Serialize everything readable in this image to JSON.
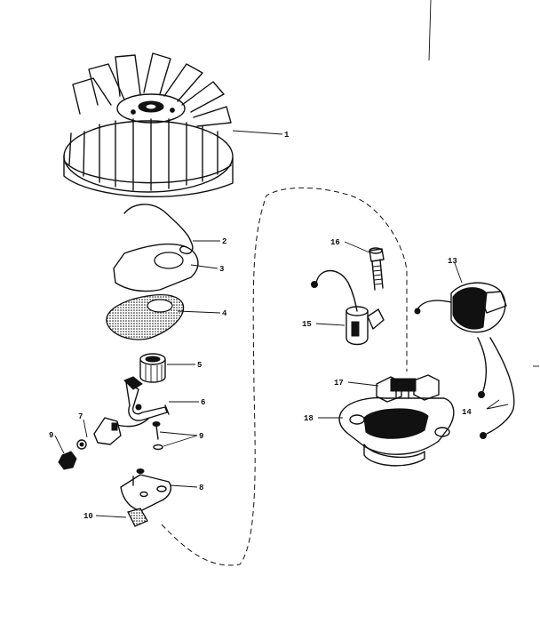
{
  "parts": [
    {
      "id": "flywheel",
      "label": "1",
      "icon": "flywheel-icon"
    },
    {
      "id": "spring-clip",
      "label": "2",
      "icon": "spring-clip-icon"
    },
    {
      "id": "dust-cover",
      "label": "3",
      "icon": "dust-cover-icon"
    },
    {
      "id": "gasket",
      "label": "4",
      "icon": "gasket-icon"
    },
    {
      "id": "cam",
      "label": "5",
      "icon": "cam-icon"
    },
    {
      "id": "breaker-arm",
      "label": "6",
      "icon": "breaker-arm-icon"
    },
    {
      "id": "terminal-clip",
      "label": "7",
      "icon": "terminal-clip-icon"
    },
    {
      "id": "breaker-plate",
      "label": "8",
      "icon": "breaker-plate-icon"
    },
    {
      "id": "screw-washer",
      "label": "9",
      "icon": "screw-washer-icon"
    },
    {
      "id": "nut",
      "label": "9",
      "icon": "nut-icon"
    },
    {
      "id": "felt-pad",
      "label": "10",
      "icon": "felt-pad-icon"
    },
    {
      "id": "coil",
      "label": "13",
      "icon": "ignition-coil-icon"
    },
    {
      "id": "lead-wires",
      "label": "14",
      "icon": "lead-wire-icon"
    },
    {
      "id": "condenser",
      "label": "15",
      "icon": "condenser-icon"
    },
    {
      "id": "bolt",
      "label": "16",
      "icon": "bolt-icon"
    },
    {
      "id": "armature",
      "label": "17",
      "icon": "armature-icon"
    },
    {
      "id": "stator-plate",
      "label": "18",
      "icon": "stator-plate-icon"
    }
  ]
}
